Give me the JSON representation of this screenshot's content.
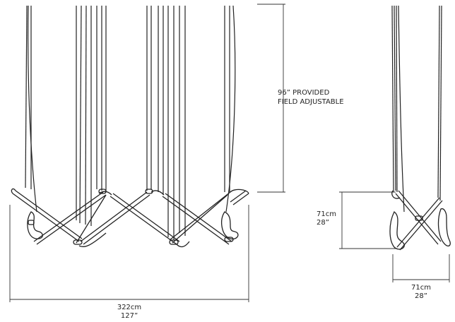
{
  "colors": {
    "line": "#222222",
    "dim": "#333333",
    "background": "#ffffff"
  },
  "labels": {
    "cable_length_line1": "96” PROVIDED",
    "cable_length_line2": "FIELD ADJUSTABLE",
    "front_width_cm": "322cm",
    "front_width_in": "127”",
    "side_height_cm": "71cm",
    "side_height_in": "28”",
    "side_width_cm": "71cm",
    "side_width_in": "28”"
  }
}
